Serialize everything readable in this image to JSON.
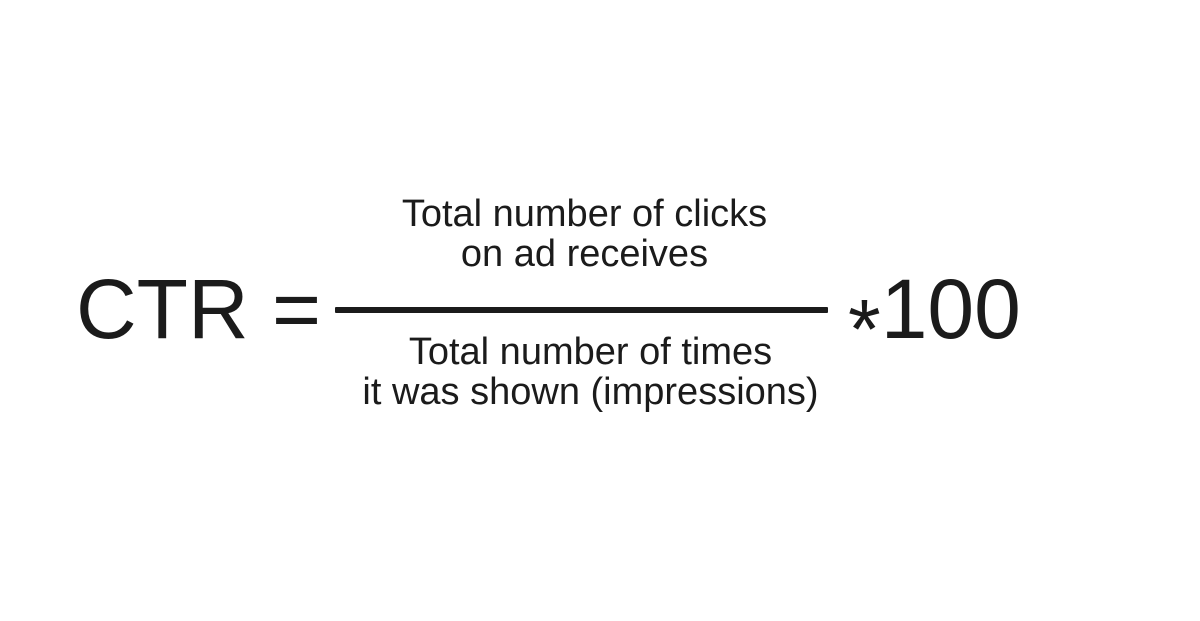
{
  "formula": {
    "lhs": "CTR =",
    "numerator": {
      "line1": "Total number of clicks",
      "line2": "on ad receives"
    },
    "denominator": {
      "line1": "Total number of times",
      "line2": "it was shown (impressions)"
    },
    "operator": "*",
    "multiplier": "100"
  },
  "colors": {
    "background": "#ffffff",
    "text": "#1b1b1b",
    "fraction_bar": "#1b1b1b"
  }
}
